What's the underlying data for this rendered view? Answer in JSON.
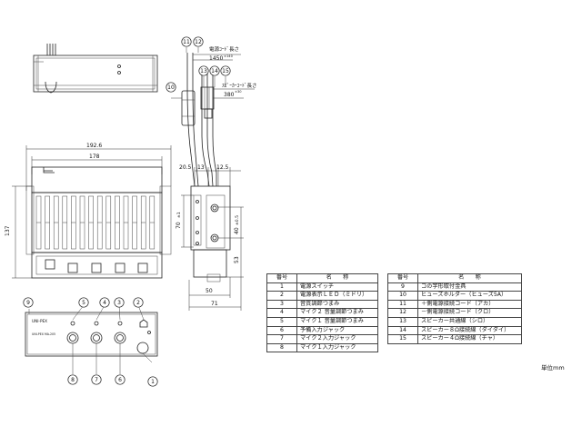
{
  "dimensions": {
    "width_total": "192.6",
    "width_body": "178",
    "height_left": "137",
    "side_a": "20.5",
    "side_b": "13",
    "side_c": "12.5",
    "side_height": "70",
    "side_height_tol": "±1",
    "side_pitch": "40",
    "side_pitch_tol": "±0.5",
    "side_53": "53",
    "side_50": "50",
    "side_71": "71"
  },
  "cords": {
    "power_label": "電源ｺｰﾄﾞ長さ",
    "power_length": "1450",
    "power_tol": "±140",
    "speaker_label": "ｽﾋﾟｰｶｰｺｰﾄﾞ長さ",
    "speaker_length": "380",
    "speaker_tol": "±30"
  },
  "callouts": [
    "①",
    "②",
    "③",
    "④",
    "⑤",
    "⑥",
    "⑦",
    "⑧",
    "⑨",
    "⑩",
    "⑪",
    "⑫",
    "⑬",
    "⑭",
    "⑮"
  ],
  "front_panel": {
    "brand": "UNI-PEX",
    "model": "UNI-PEX  MA-205"
  },
  "parts_table": {
    "headers": [
      "番号",
      "名　　称"
    ],
    "left": [
      {
        "no": "1",
        "name": "電源スイッチ"
      },
      {
        "no": "2",
        "name": "電源表示ＬＥＤ（ミドリ）"
      },
      {
        "no": "3",
        "name": "音質調節つまみ"
      },
      {
        "no": "4",
        "name": "マイク２ 音量調節つまみ"
      },
      {
        "no": "5",
        "name": "マイク１ 音量調節つまみ"
      },
      {
        "no": "6",
        "name": "予備入力ジャック"
      },
      {
        "no": "7",
        "name": "マイク２入力ジャック"
      },
      {
        "no": "8",
        "name": "マイク１入力ジャック"
      }
    ],
    "right": [
      {
        "no": "9",
        "name": "コの字形取付金具"
      },
      {
        "no": "10",
        "name": "ヒューズホルダー（ヒューズ5A）"
      },
      {
        "no": "11",
        "name": "＋側電源接続コード（アカ）"
      },
      {
        "no": "12",
        "name": "－側電源接続コード（クロ）"
      },
      {
        "no": "13",
        "name": "スピーカー共通線（シロ）"
      },
      {
        "no": "14",
        "name": "スピーカー８Ω接続線（ダイダイ）"
      },
      {
        "no": "15",
        "name": "スピーカー４Ω接続線（チャ）"
      }
    ]
  },
  "unit_note": "単位mm"
}
